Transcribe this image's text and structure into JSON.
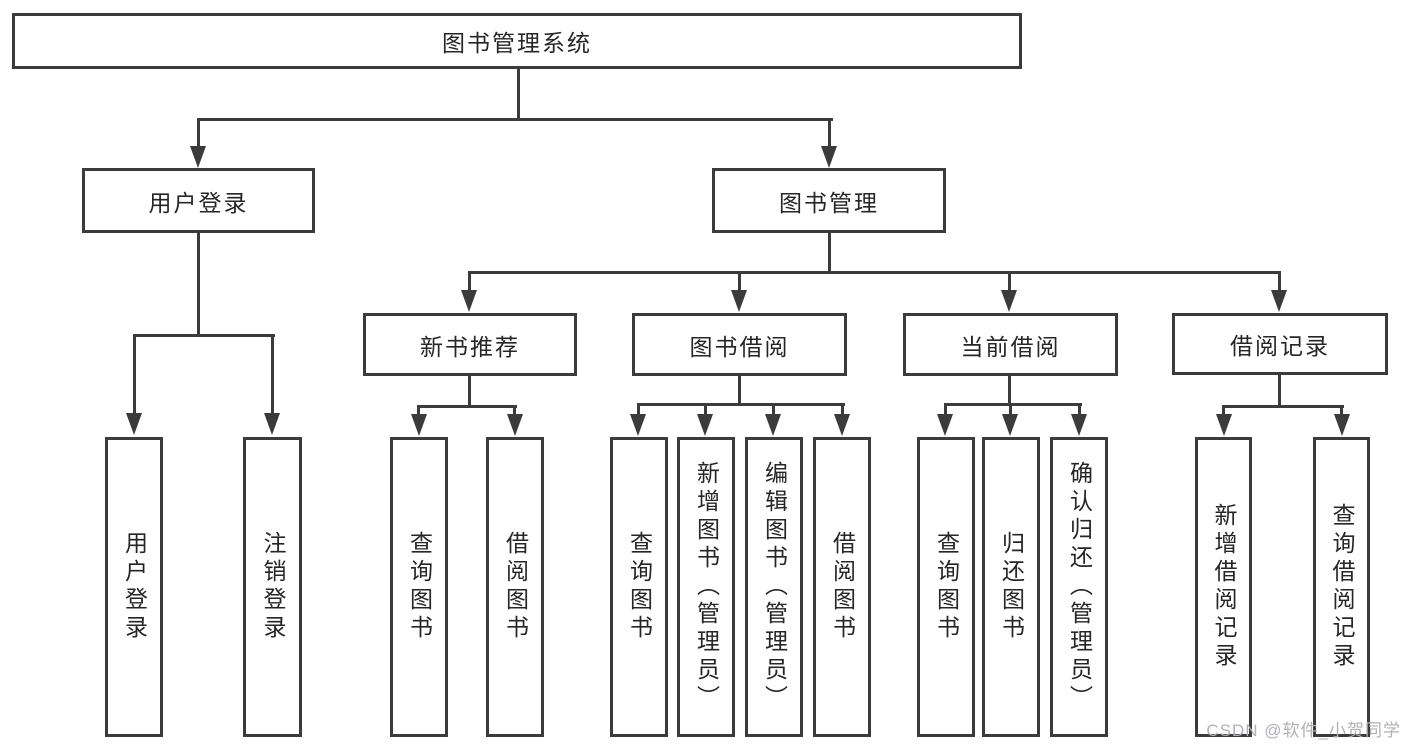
{
  "tree": {
    "root": {
      "label": "图书管理系统",
      "children": [
        {
          "label": "用户登录",
          "children": [
            {
              "label": "用户登录"
            },
            {
              "label": "注销登录"
            }
          ]
        },
        {
          "label": "图书管理",
          "children": [
            {
              "label": "新书推荐",
              "children": [
                {
                  "label": "查询图书"
                },
                {
                  "label": "借阅图书"
                }
              ]
            },
            {
              "label": "图书借阅",
              "children": [
                {
                  "label": "查询图书"
                },
                {
                  "label": "新增图书（管理员）"
                },
                {
                  "label": "编辑图书（管理员）"
                },
                {
                  "label": "借阅图书"
                }
              ]
            },
            {
              "label": "当前借阅",
              "children": [
                {
                  "label": "查询图书"
                },
                {
                  "label": "归还图书"
                },
                {
                  "label": "确认归还（管理员）"
                }
              ]
            },
            {
              "label": "借阅记录",
              "children": [
                {
                  "label": "新增借阅记录"
                },
                {
                  "label": "查询借阅记录"
                }
              ]
            }
          ]
        }
      ]
    }
  },
  "watermark": "CSDN @软件_小贺同学",
  "colors": {
    "line": "#3b3b3b",
    "text": "#262626",
    "watermark": "#b2b0ba",
    "background": "#ffffff"
  }
}
